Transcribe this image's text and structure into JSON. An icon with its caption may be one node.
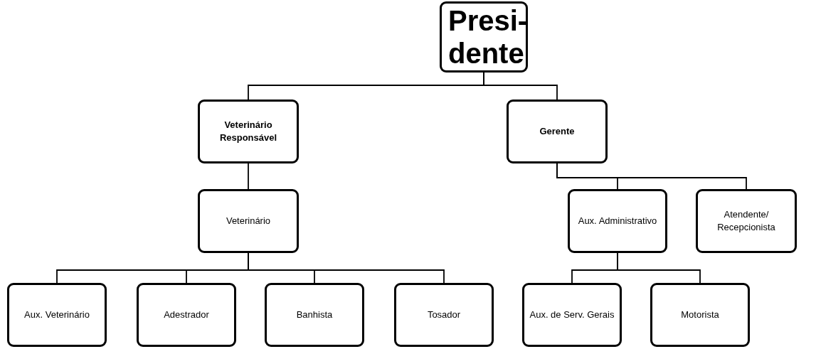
{
  "diagram": {
    "nodes": [
      {
        "text": [
          "Presi- dente"
        ]
      },
      {
        "text": [
          "Veterinário Responsável"
        ]
      },
      {
        "text": [
          "Gerente"
        ]
      },
      {
        "text": [
          "Veterinário"
        ]
      },
      {
        "text": [
          "Aux. Administrativo"
        ]
      },
      {
        "text": [
          "Atendente/ Recepcionista"
        ]
      },
      {
        "text": [
          "Aux. Veterinário"
        ]
      },
      {
        "text": [
          "Adestrador"
        ]
      },
      {
        "text": [
          "Banhista"
        ]
      },
      {
        "text": [
          "Tosador"
        ]
      },
      {
        "text": [
          "Aux. de Serv. Gerais"
        ]
      },
      {
        "text": [
          "Motorista"
        ]
      }
    ],
    "edges": [
      {
        "from": 0,
        "to": 1,
        "arrow": "none"
      },
      {
        "from": 0,
        "to": 2,
        "arrow": "none"
      },
      {
        "from": 1,
        "to": 3,
        "arrow": "none"
      },
      {
        "from": 2,
        "to": 4,
        "arrow": "none"
      },
      {
        "from": 2,
        "to": 5,
        "arrow": "none"
      },
      {
        "from": 3,
        "to": 6,
        "arrow": "none"
      },
      {
        "from": 3,
        "to": 7,
        "arrow": "none"
      },
      {
        "from": 3,
        "to": 8,
        "arrow": "none"
      },
      {
        "from": 3,
        "to": 9,
        "arrow": "none"
      },
      {
        "from": 4,
        "to": 10,
        "arrow": "none"
      },
      {
        "from": 4,
        "to": 11,
        "arrow": "none"
      }
    ]
  }
}
